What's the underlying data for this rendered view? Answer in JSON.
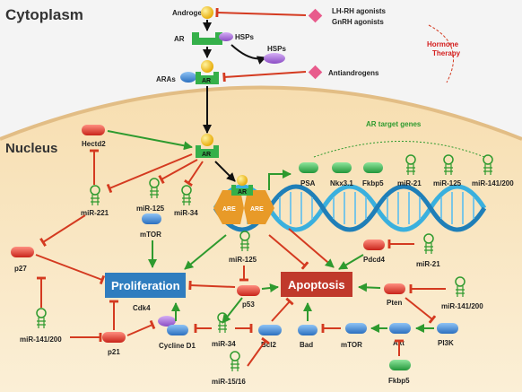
{
  "compartments": {
    "cytoplasm": "Cytoplasm",
    "nucleus": "Nucleus"
  },
  "therapy": {
    "androgen": "Androgen",
    "lhrh": "LH-RH agonists",
    "gnrh": "GnRH agonists",
    "hormone_line1": "Hormone",
    "hormone_line2": "Therapy",
    "antiandrogens": "Antiandrogens"
  },
  "receptor": {
    "ar": "AR",
    "hsps": "HSPs",
    "aras": "ARAs",
    "are": "ARE"
  },
  "target_genes": {
    "title": "AR target genes",
    "items": [
      "PSA",
      "Nkx3.1",
      "Fkbp5",
      "miR-21",
      "miR-125",
      "miR-141/200"
    ]
  },
  "nodes": {
    "hectd2": "Hectd2",
    "mir221": "miR-221",
    "mir125_left": "miR-125",
    "mir34_top": "miR-34",
    "mtor_left": "mTOR",
    "p27": "p27",
    "mir141_left": "miR-141/200",
    "p21": "p21",
    "cdk4": "Cdk4",
    "cyclin_d1": "Cycline D1",
    "mir125_center": "miR-125",
    "p53": "p53",
    "mir34_bottom": "miR-34",
    "bcl2": "Bcl2",
    "mir1516": "miR-15/16",
    "bad": "Bad",
    "mtor_right": "mTOR",
    "akt": "Akt",
    "pi3k": "PI3K",
    "fkbp5_bottom": "Fkbp5",
    "pten": "Pten",
    "mir141_right": "miR-141/200",
    "pdcd4": "Pdcd4",
    "mir21_right": "miR-21"
  },
  "outcomes": {
    "proliferation": "Proliferation",
    "apoptosis": "Apoptosis"
  },
  "colors": {
    "cytoplasm_bg": "#f4f4f4",
    "nucleus_bg": "#f9e7c3",
    "membrane": "#e8c894",
    "activation": "#2e9a2e",
    "inhibition": "#d43a20",
    "red_protein": "#e03a2a",
    "green_protein": "#35b04a",
    "blue_protein": "#3f8ad6",
    "purple_protein": "#a36ad4",
    "androgen": "#f5c000",
    "drug": "#e85b8c",
    "therapy_text": "#d42020",
    "proliferation_box": "#2f7dbf",
    "apoptosis_box": "#c0392b",
    "dna_blue": "#3ab0de",
    "are_orange": "#e89a28"
  },
  "icons": {
    "protein": "capsule-icon",
    "mirna": "hairpin-icon",
    "ligand": "sphere-icon",
    "drug": "diamond-icon"
  }
}
